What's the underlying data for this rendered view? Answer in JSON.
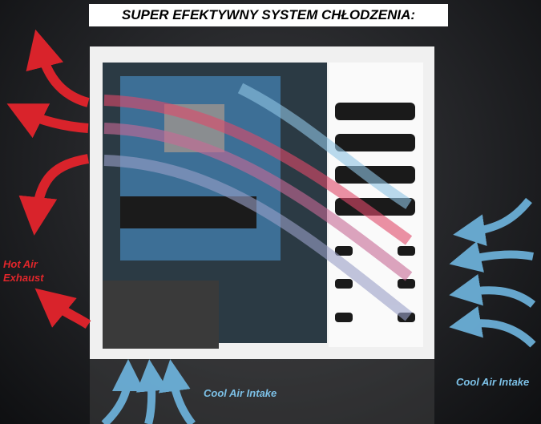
{
  "title": "SUPER EFEKTYWNY SYSTEM CHŁODZENIA:",
  "labels": {
    "hot_air_line1": "Hot Air",
    "hot_air_line2": "Exhaust",
    "cool_air_bottom": "Cool Air Intake",
    "cool_air_right": "Cool Air Intake"
  },
  "colors": {
    "hot": "#d9232b",
    "cool": "#6fb6e0",
    "case": "#f2f2f2"
  }
}
